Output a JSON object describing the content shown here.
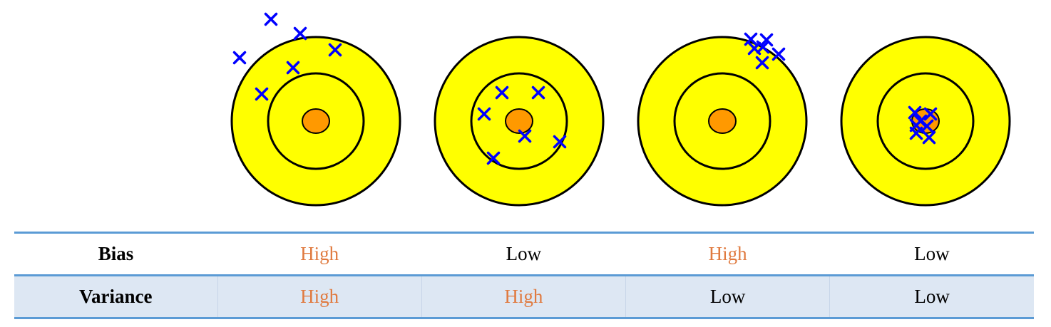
{
  "colors": {
    "outer_ring": "#ffff00",
    "bullseye": "#ff9900",
    "marker": "#0000ff",
    "high_text": "#e07a3f",
    "low_text": "#000000",
    "table_rule": "#5b9bd5",
    "variance_row_bg": "#dde7f3"
  },
  "marker_icon": "x-marker-icon",
  "table": {
    "rows": [
      {
        "header": "Bias",
        "cells": [
          {
            "text": "High",
            "level": "high"
          },
          {
            "text": "Low",
            "level": "low"
          },
          {
            "text": "High",
            "level": "high"
          },
          {
            "text": "Low",
            "level": "low"
          }
        ]
      },
      {
        "header": "Variance",
        "cells": [
          {
            "text": "High",
            "level": "high"
          },
          {
            "text": "High",
            "level": "high"
          },
          {
            "text": "Low",
            "level": "low"
          },
          {
            "text": "Low",
            "level": "low"
          }
        ]
      }
    ]
  }
}
